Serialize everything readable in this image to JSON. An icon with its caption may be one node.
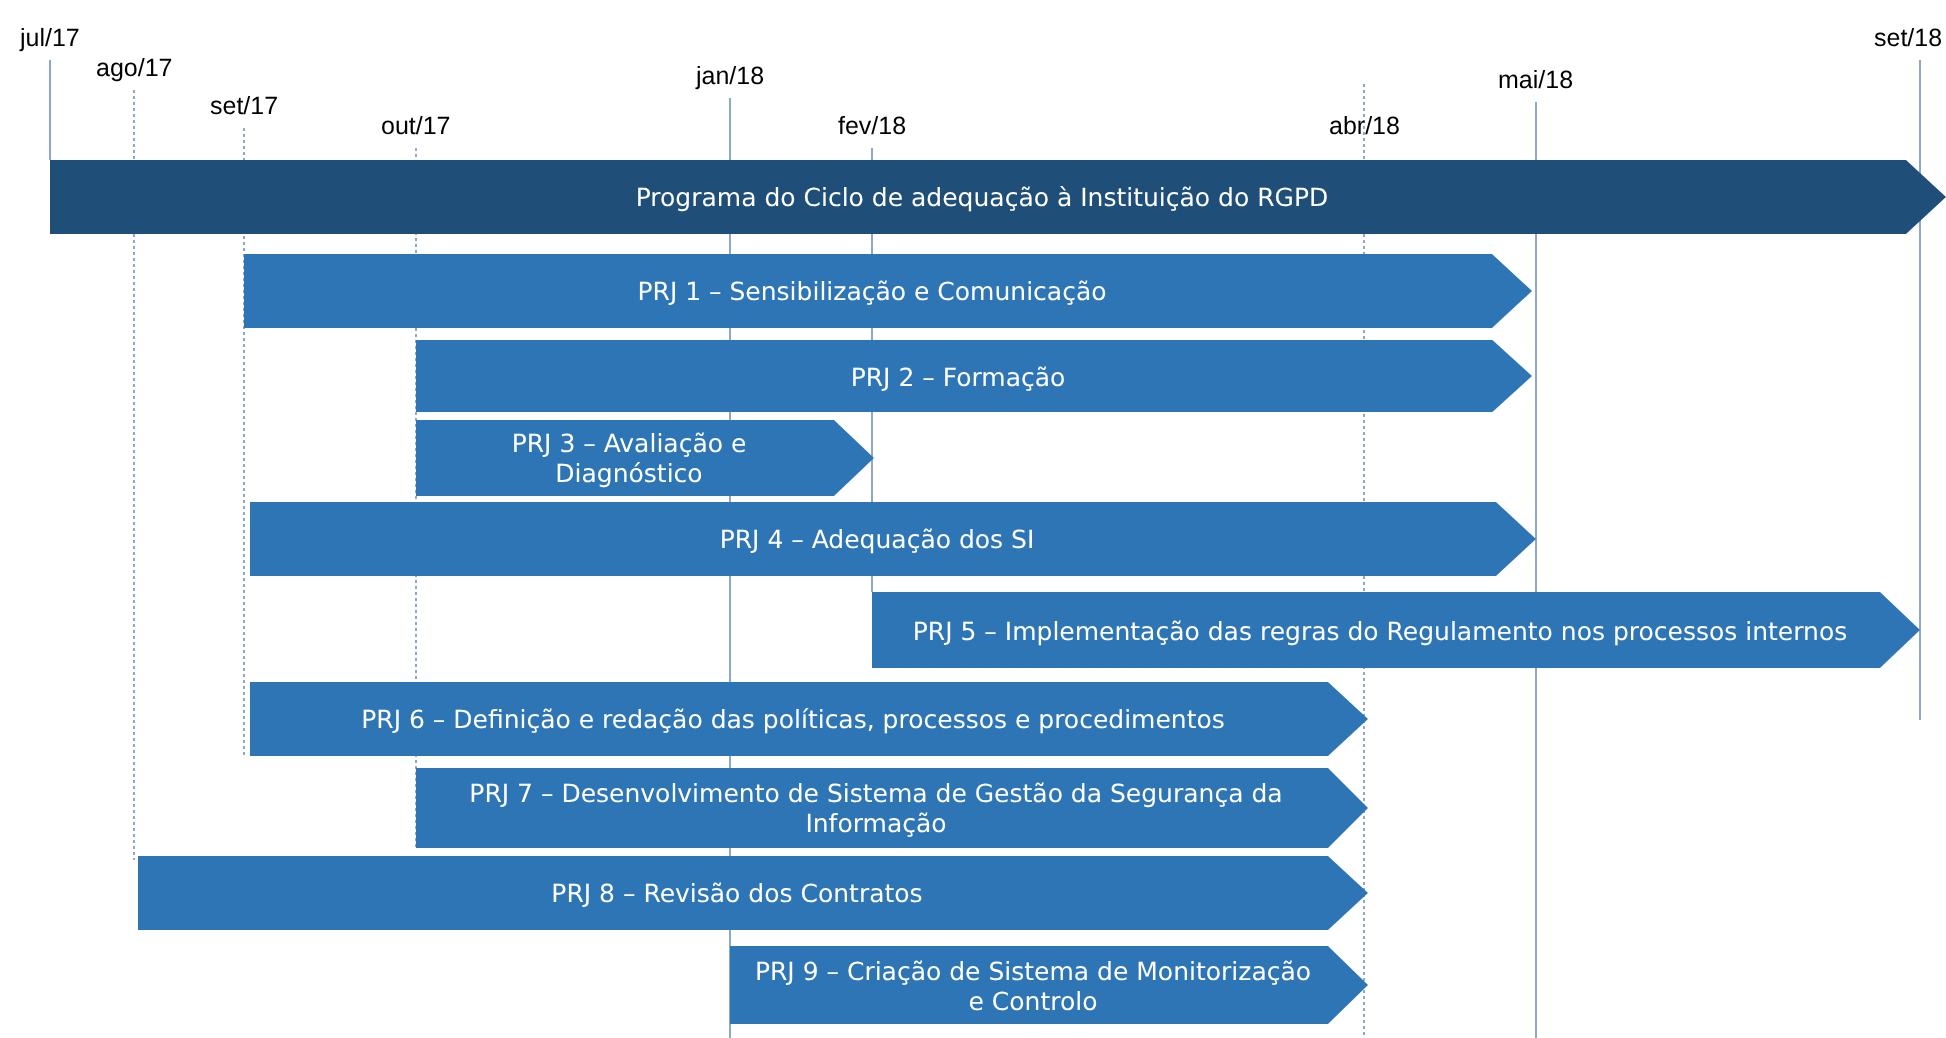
{
  "diagram": {
    "nodes": [
      {
        "text": [
          "Programa do Ciclo de adequação à Instituição do RGPD"
        ]
      },
      {
        "text": [
          "PRJ 1 – Sensibilização e Comunicação"
        ]
      },
      {
        "text": [
          "PRJ 2 – Formação"
        ]
      },
      {
        "text": [
          "PRJ 3 – Avaliação e Diagnóstico"
        ]
      },
      {
        "text": [
          "PRJ 4 – Adequação dos SI"
        ]
      },
      {
        "text": [
          "PRJ 5 – Implementação das regras do Regulamento nos processos internos"
        ]
      },
      {
        "text": [
          "PRJ 6 – Definição e redação das políticas, processos e procedimentos"
        ]
      },
      {
        "text": [
          "PRJ 7 – Desenvolvimento de Sistema de Gestão da Segurança da Informação"
        ]
      },
      {
        "text": [
          "PRJ 8 – Revisão dos Contratos"
        ]
      },
      {
        "text": [
          "PRJ 9 – Criação de Sistema de Monitorização e Controlo"
        ]
      }
    ],
    "labels": [
      "jul/17",
      "set/18",
      "ago/17",
      "jan/18",
      "mai/18",
      "set/17",
      "out/17",
      "fev/18",
      "abr/18"
    ]
  }
}
